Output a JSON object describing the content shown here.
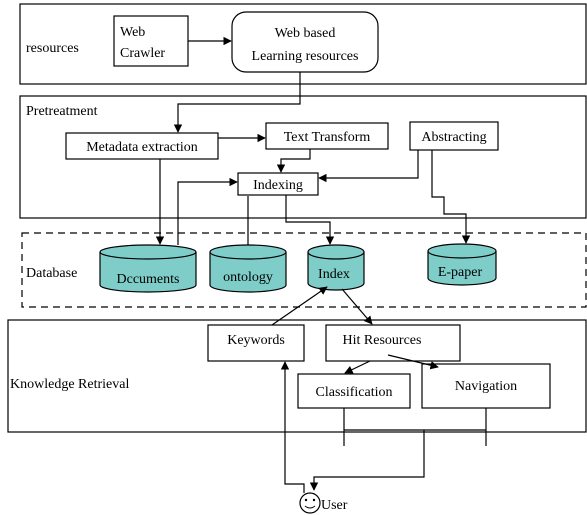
{
  "layers": {
    "resources": "resources",
    "pretreatment": "Pretreatment",
    "database": "Database",
    "retrieval": "Knowledge Retrieval"
  },
  "nodes": {
    "web_crawler": [
      "Web",
      "Crawler"
    ],
    "web_based_resources": [
      "Web based",
      "Learning resources"
    ],
    "metadata_extraction": "Metadata extraction",
    "text_transform": "Text Transform",
    "abstracting": "Abstracting",
    "indexing": "Indexing",
    "documents_db": "Dccuments",
    "ontology_db": "ontology",
    "index_db": "Index",
    "epaper_db": "E-paper",
    "keywords": "Keywords",
    "hit_resources": "Hit Resources",
    "classification": "Classification",
    "navigation": "Navigation",
    "user": "User"
  },
  "colors": {
    "cylinder_fill": "#7ecdc9",
    "stroke": "#000000",
    "background": "#ffffff"
  }
}
